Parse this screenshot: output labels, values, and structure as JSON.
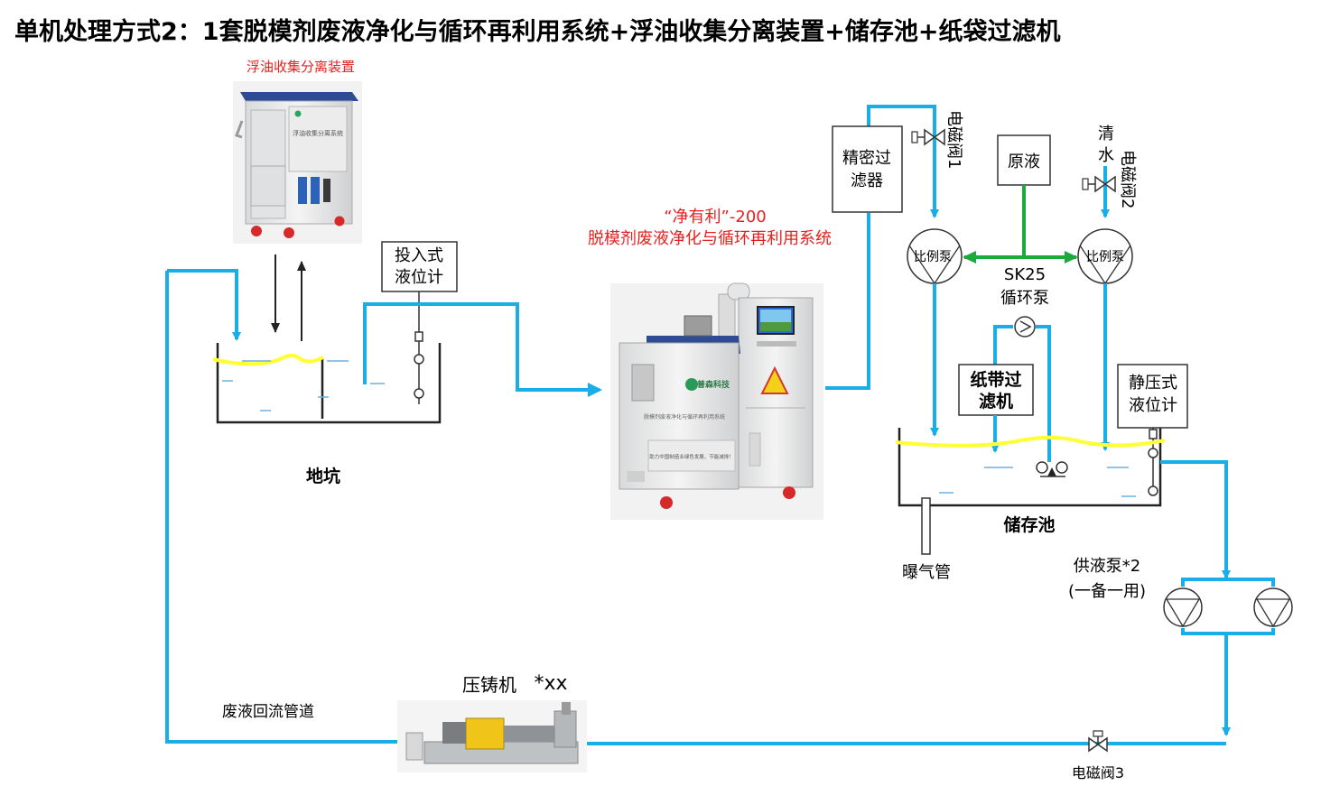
{
  "title": "单机处理方式2：1套脱模剂废液净化与循环再利用系统+浮油收集分离装置+储存池+纸袋过滤机",
  "oil_separator": {
    "label": "浮油收集分离装置",
    "plate": "浮油收集分离系统"
  },
  "level_gauge_immersion": {
    "line1": "投入式",
    "line2": "液位计"
  },
  "pit": {
    "label": "地坑"
  },
  "main_system": {
    "line1": "“净有利”-200",
    "line2": "脱模剂废液净化与循环再利用系统",
    "brand": "普森科技",
    "plate": "脱模剂废液净化与循环再利用系统",
    "slogan": "助力中国制造业绿色发展，节能减排！"
  },
  "precision_filter": {
    "line1": "精密过",
    "line2": "滤器"
  },
  "solenoid_valve_1": "电磁阀1",
  "raw_liquid": "原液",
  "clean_water": {
    "line1": "清",
    "line2": "水"
  },
  "solenoid_valve_2": "电磁阀2",
  "proportional_pump_left": "比例泵",
  "proportional_pump_right": "比例泵",
  "circulation_pump": {
    "line1": "SK25",
    "line2": "循环泵"
  },
  "paper_filter": {
    "line1": "纸带过",
    "line2": "滤机"
  },
  "static_gauge": {
    "line1": "静压式",
    "line2": "液位计"
  },
  "storage_tank": {
    "label": "储存池"
  },
  "aeration_pipe": "曝气管",
  "supply_pump": {
    "line1": "供液泵*2",
    "line2": "(一备一用)"
  },
  "die_casting": {
    "label": "压铸机",
    "count": "*xx"
  },
  "return_pipe": "废液回流管道",
  "solenoid_valve_3": "电磁阀3",
  "colors": {
    "pipe": "#19aee7",
    "liquid_surface": "#ffff33",
    "mix_line": "#1aab3c",
    "highlight_text": "#e8201f"
  }
}
